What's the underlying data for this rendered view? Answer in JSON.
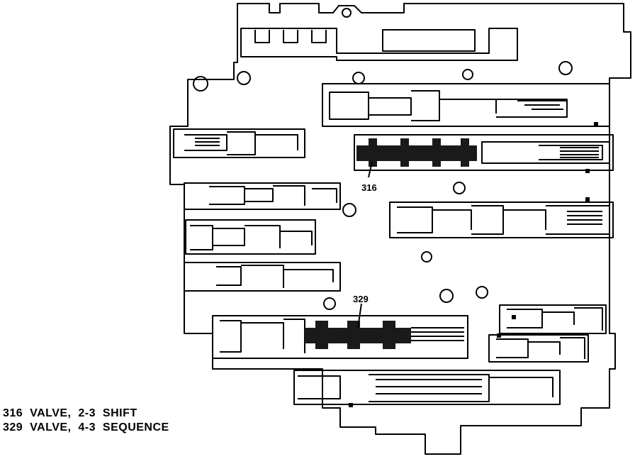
{
  "callouts": {
    "valve_316": "316",
    "valve_329": "329"
  },
  "legend": [
    {
      "text": "316  VALVE,  2-3  SHIFT"
    },
    {
      "text": "329  VALVE,  4-3  SEQUENCE"
    }
  ],
  "colors": {
    "ink": "#000000",
    "paper": "#ffffff",
    "highlight": "#1a1a1a"
  }
}
